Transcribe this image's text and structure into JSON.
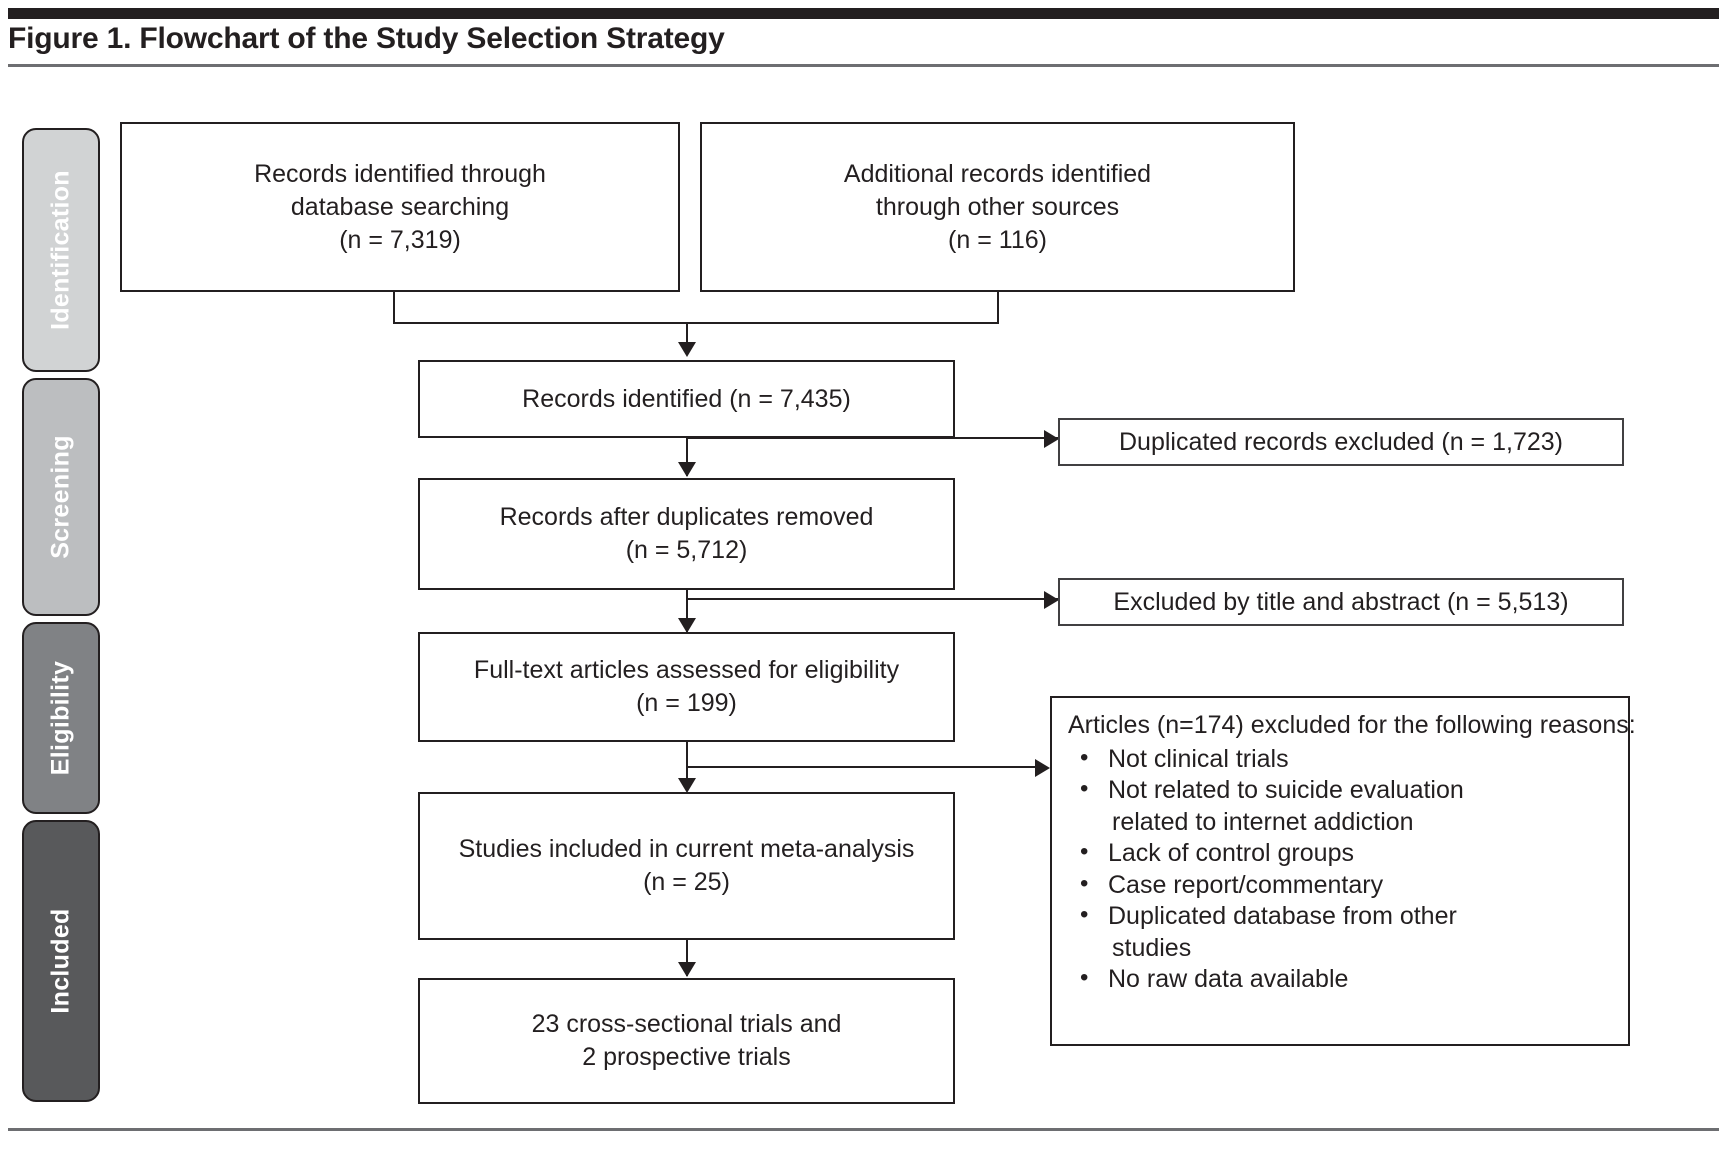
{
  "figure": {
    "title": "Figure 1. Flowchart of the Study Selection Strategy"
  },
  "stages": [
    {
      "label": "Identification",
      "color": "#d1d3d4"
    },
    {
      "label": "Screening",
      "color": "#bcbec0"
    },
    {
      "label": "Eligibility",
      "color": "#808285"
    },
    {
      "label": "Included",
      "color": "#58595b"
    }
  ],
  "boxes": {
    "records_database": {
      "line1": "Records identified through",
      "line2": "database searching",
      "line3": "(n = 7,319)"
    },
    "records_other": {
      "line1": "Additional records identified",
      "line2": "through other sources",
      "line3": "(n = 116)"
    },
    "records_identified": {
      "line1": "Records identified (n = 7,435)"
    },
    "duplicates_excluded": {
      "line1": "Duplicated records excluded (n = 1,723)"
    },
    "records_after_duplicates": {
      "line1": "Records after duplicates removed",
      "line2": "(n = 5,712)"
    },
    "excluded_title_abstract": {
      "line1": "Excluded by title and abstract (n = 5,513)"
    },
    "fulltext_assessed": {
      "line1": "Full-text articles assessed for eligibility",
      "line2": "(n = 199)"
    },
    "studies_included": {
      "line1": "Studies included in current meta-analysis",
      "line2": "(n = 25)"
    },
    "trial_breakdown": {
      "line1": "23 cross-sectional trials and",
      "line2": "2 prospective trials"
    }
  },
  "exclusion_reasons": {
    "heading": "Articles (n=174) excluded for the following reasons:",
    "bullet_glyph": "•",
    "items": [
      {
        "text": "Not clinical trials",
        "cont": ""
      },
      {
        "text": "Not related to suicide evaluation",
        "cont": "related to internet addiction"
      },
      {
        "text": "Lack of control groups",
        "cont": ""
      },
      {
        "text": "Case report/commentary",
        "cont": ""
      },
      {
        "text": "Duplicated database from other",
        "cont": "studies"
      },
      {
        "text": "No raw data available",
        "cont": ""
      }
    ]
  },
  "colors": {
    "ink": "#231f20",
    "rule": "#6d6e71",
    "box_border": "#231f20",
    "page_background": "#ffffff"
  },
  "chart_data": {
    "type": "diagram",
    "title": "Figure 1. Flowchart of the Study Selection Strategy",
    "diagram_kind": "PRISMA study selection flowchart",
    "stages": [
      "Identification",
      "Screening",
      "Eligibility",
      "Included"
    ],
    "nodes": [
      {
        "id": "records_database",
        "label": "Records identified through database searching",
        "n": 7319,
        "stage": "Identification"
      },
      {
        "id": "records_other",
        "label": "Additional records identified through other sources",
        "n": 116,
        "stage": "Identification"
      },
      {
        "id": "records_identified",
        "label": "Records identified",
        "n": 7435,
        "stage": "Screening"
      },
      {
        "id": "duplicates_excluded",
        "label": "Duplicated records excluded",
        "n": 1723,
        "stage": "Screening"
      },
      {
        "id": "records_after_duplicates",
        "label": "Records after duplicates removed",
        "n": 5712,
        "stage": "Screening"
      },
      {
        "id": "excluded_title_abstract",
        "label": "Excluded by title and abstract",
        "n": 5513,
        "stage": "Screening"
      },
      {
        "id": "fulltext_assessed",
        "label": "Full-text articles assessed for eligibility",
        "n": 199,
        "stage": "Eligibility"
      },
      {
        "id": "articles_excluded",
        "label": "Articles excluded for the following reasons",
        "n": 174,
        "stage": "Eligibility"
      },
      {
        "id": "studies_included",
        "label": "Studies included in current meta-analysis",
        "n": 25,
        "stage": "Included"
      },
      {
        "id": "trial_breakdown",
        "label": "23 cross-sectional trials and 2 prospective trials",
        "n": 25,
        "stage": "Included"
      }
    ],
    "edges": [
      {
        "from": "records_database",
        "to": "records_identified"
      },
      {
        "from": "records_other",
        "to": "records_identified"
      },
      {
        "from": "records_identified",
        "to": "duplicates_excluded"
      },
      {
        "from": "records_identified",
        "to": "records_after_duplicates"
      },
      {
        "from": "records_after_duplicates",
        "to": "excluded_title_abstract"
      },
      {
        "from": "records_after_duplicates",
        "to": "fulltext_assessed"
      },
      {
        "from": "fulltext_assessed",
        "to": "articles_excluded"
      },
      {
        "from": "fulltext_assessed",
        "to": "studies_included"
      },
      {
        "from": "studies_included",
        "to": "trial_breakdown"
      }
    ]
  }
}
